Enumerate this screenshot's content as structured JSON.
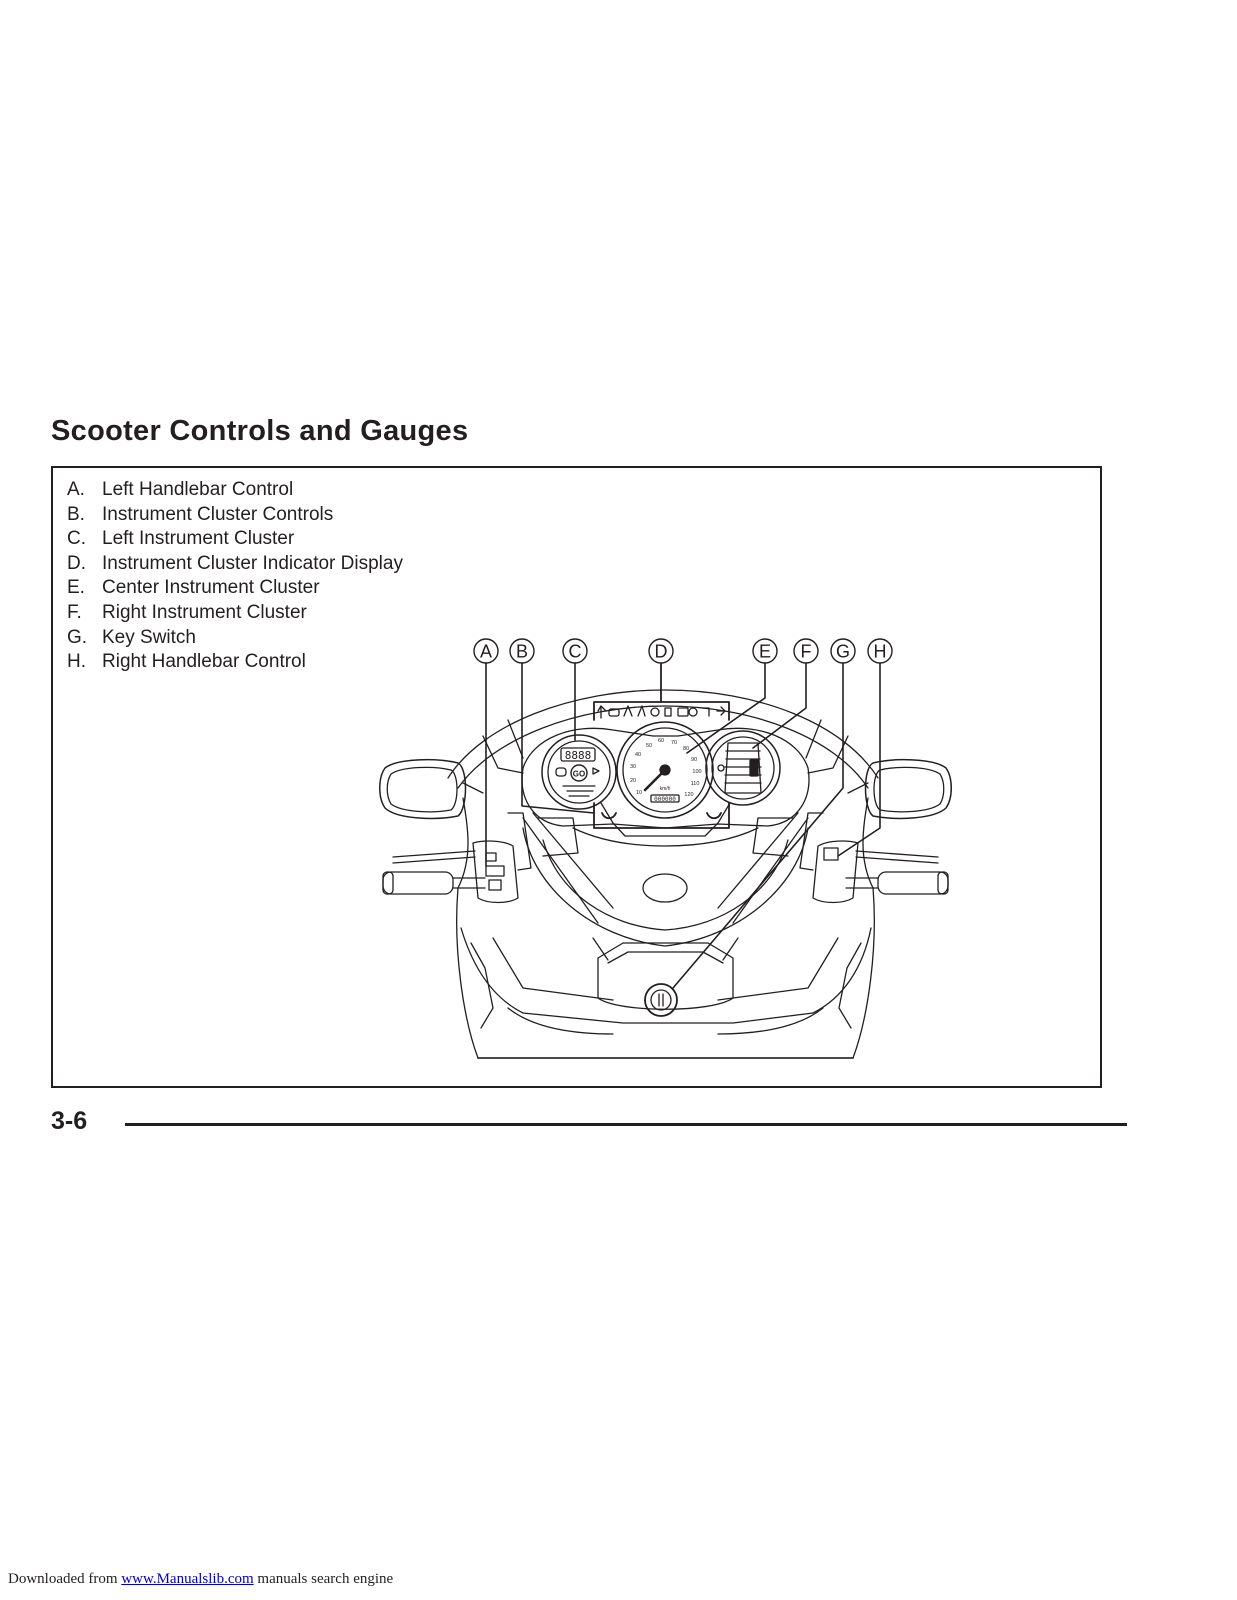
{
  "page": {
    "title": "Scooter Controls and Gauges",
    "page_number": "3-6"
  },
  "legend": [
    {
      "letter": "A.",
      "label": "Left Handlebar Control"
    },
    {
      "letter": "B.",
      "label": "Instrument Cluster Controls"
    },
    {
      "letter": "C.",
      "label": "Left Instrument Cluster"
    },
    {
      "letter": "D.",
      "label": "Instrument Cluster Indicator Display"
    },
    {
      "letter": "E.",
      "label": "Center Instrument Cluster"
    },
    {
      "letter": "F.",
      "label": "Right Instrument Cluster"
    },
    {
      "letter": "G.",
      "label": "Key Switch"
    },
    {
      "letter": "H.",
      "label": "Right Handlebar Control"
    }
  ],
  "callouts": [
    "A",
    "B",
    "C",
    "D",
    "E",
    "F",
    "G",
    "H"
  ],
  "gauges": {
    "left_display": "8888",
    "go_label": "GO",
    "odometer": "000000",
    "speed_ticks": [
      "10",
      "20",
      "30",
      "40",
      "50",
      "60",
      "70",
      "80",
      "90",
      "100",
      "110",
      "120"
    ],
    "speed_unit": "km/h"
  },
  "footer": {
    "prefix": "Downloaded from ",
    "link": "www.Manualslib.com",
    "suffix": " manuals search engine"
  },
  "colors": {
    "ink": "#231f20",
    "link": "#0000cc"
  }
}
